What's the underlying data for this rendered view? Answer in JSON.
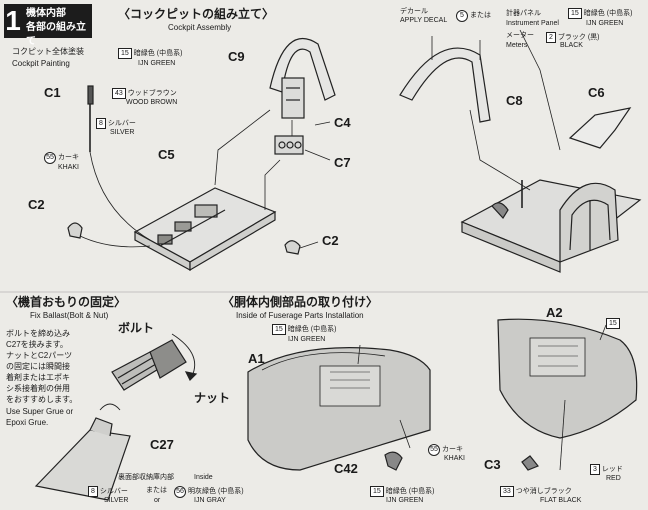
{
  "step": {
    "number": "1",
    "title_line1": "機体内部",
    "title_line2": "各部の組み立て"
  },
  "cockpit": {
    "title_jp": "〈コックピットの組み立て〉",
    "title_en": "Cockpit Assembly",
    "painting_jp": "コクピット全体塗装",
    "painting_en": "Cockpit Painting",
    "paint_all": {
      "num": "15",
      "jp": "暗緑色 (中島系)",
      "en": "IJN GREEN"
    },
    "paint_c1": {
      "num": "43",
      "jp": "ウッドブラウン",
      "en": "WOOD BROWN"
    },
    "paint_c1b": {
      "num": "8",
      "jp": "シルバー",
      "en": "SILVER"
    },
    "paint_c2": {
      "num": "55",
      "jp": "カーキ",
      "en": "KHAKI"
    },
    "decal_jp": "デカール",
    "decal_en": "APPLY DECAL",
    "decal_num": "5",
    "or_jp": "または",
    "panel_jp": "計器パネル",
    "panel_en": "Instrument Panel",
    "panel_paint": {
      "num": "15",
      "jp": "暗緑色 (中島系)",
      "en": "IJN GREEN"
    },
    "meter_jp": "メーター",
    "meter_en": "Meters",
    "meter_paint": {
      "num": "2",
      "jp": "ブラック (黒)",
      "en": "BLACK"
    },
    "parts": [
      "C1",
      "C2",
      "C5",
      "C9",
      "C4",
      "C7",
      "C2",
      "C8",
      "C6"
    ]
  },
  "ballast": {
    "title_jp": "〈機首おもりの固定〉",
    "title_en": "Fix Ballast(Bolt & Nut)",
    "bolt_jp": "ボルト",
    "nut_jp": "ナット",
    "note_jp": [
      "ボルトを締め込み",
      "C27を挟みます。",
      "ナットとC2パーツ",
      "の固定には瞬間接",
      "着剤またはエポキ",
      "シ系接着剤の併用",
      "をおすすめします。"
    ],
    "note_en": [
      "Use Super Grue or",
      "Epoxi Grue."
    ],
    "part": "C27",
    "inside_jp": "裏面部収納庫内部",
    "inside_en": "Inside",
    "paint_a": {
      "num": "8",
      "jp": "シルバー",
      "en": "SILVER"
    },
    "or_jp": "または",
    "or_en": "or",
    "paint_b": {
      "num": "56",
      "jp": "明灰緑色 (中島系)",
      "en": "IJN GRAY"
    }
  },
  "fuselage": {
    "title_jp": "〈胴体内側部品の取り付け〉",
    "title_en": "Inside of Fuserage Parts Installation",
    "paint_green": {
      "num": "15",
      "jp": "暗緑色 (中島系)",
      "en": "IJN GREEN"
    },
    "paint_khaki": {
      "num": "55",
      "jp": "カーキ",
      "en": "KHAKI"
    },
    "paint_green2": {
      "num": "15",
      "jp": "暗緑色 (中島系)",
      "en": "IJN GREEN"
    },
    "paint_green3": {
      "num": "15"
    },
    "paint_red": {
      "num": "3",
      "jp": "レッド",
      "en": "RED"
    },
    "paint_black": {
      "num": "33",
      "jp": "つや消しブラック",
      "en": "FLAT BLACK"
    },
    "parts": [
      "A1",
      "A2",
      "C42",
      "C3"
    ]
  }
}
